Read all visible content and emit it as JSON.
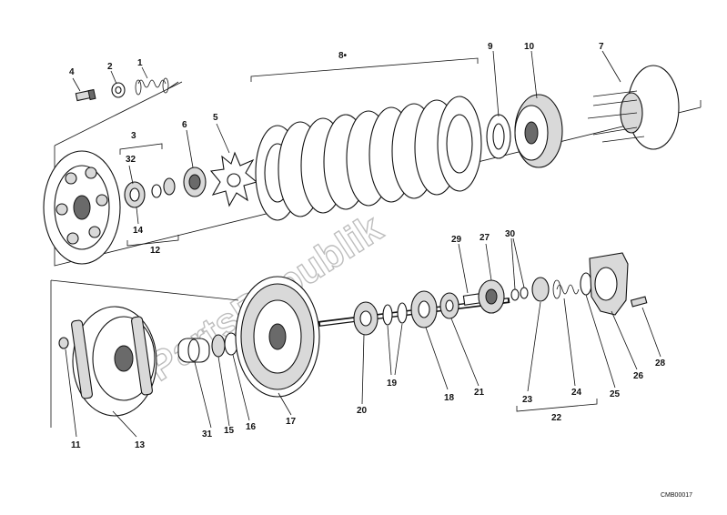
{
  "labels": {
    "l1": "1",
    "l2": "2",
    "l3": "3",
    "l4": "4",
    "l5": "5",
    "l6": "6",
    "l7": "7",
    "l8": "8•",
    "l9": "9",
    "l10": "10",
    "l11": "11",
    "l12": "12",
    "l13": "13",
    "l14": "14",
    "l15": "15",
    "l16": "16",
    "l17": "17",
    "l18": "18",
    "l19": "19",
    "l20": "20",
    "l21": "21",
    "l22": "22",
    "l23": "23",
    "l24": "24",
    "l25": "25",
    "l26": "26",
    "l27": "27",
    "l28": "28",
    "l29": "29",
    "l30": "30",
    "l31": "31",
    "l32": "32"
  },
  "watermark": "PartsRepublik",
  "drawing_code": "CMB00017"
}
